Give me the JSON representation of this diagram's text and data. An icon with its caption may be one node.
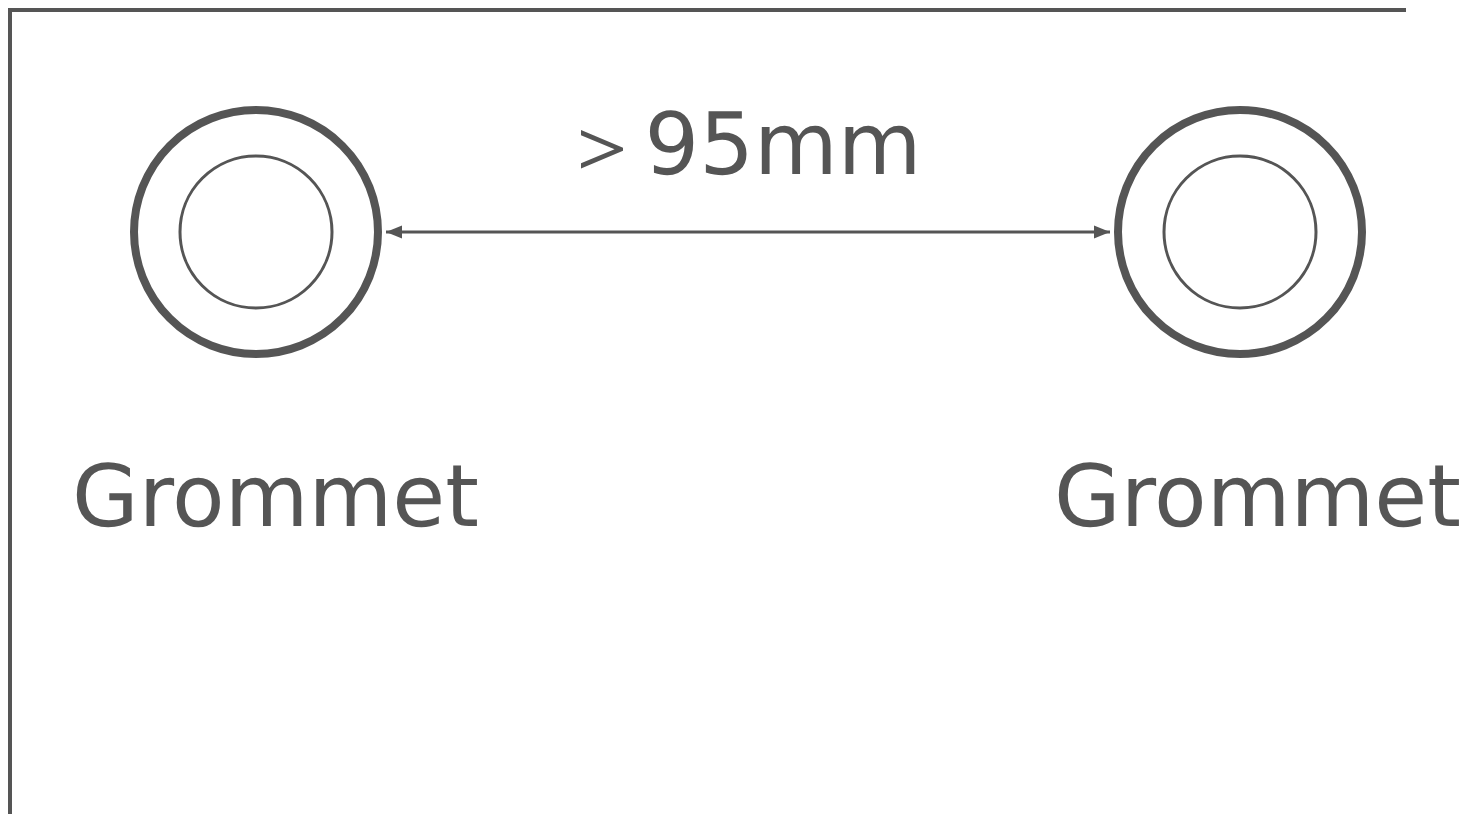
{
  "diagram": {
    "labels": [
      "＞95mm",
      "Grommet",
      "Grommet"
    ]
  }
}
